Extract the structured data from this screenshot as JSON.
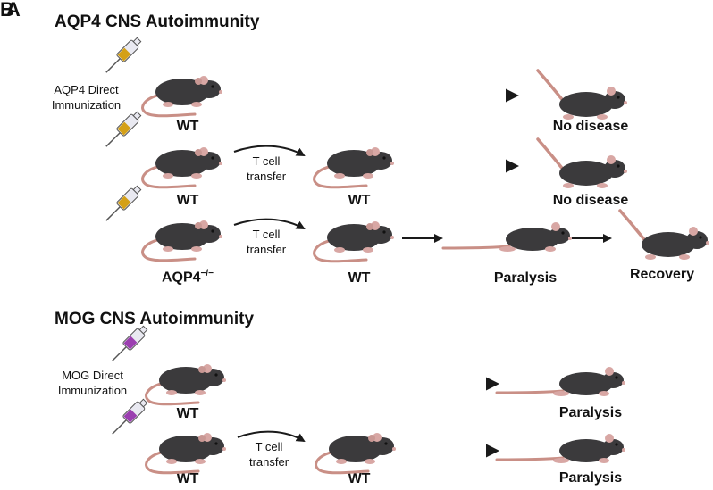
{
  "panel_letters": [
    "B",
    "A"
  ],
  "colors": {
    "mouse_body": "#3b3a3c",
    "mouse_ear": "#d8a7a4",
    "mouse_tail": "#c98f86",
    "arrow": "#1a1a1a",
    "aqp4_vial": "#d4a017",
    "mog_vial": "#9b3fb0",
    "syringe": "#e9e9f1"
  },
  "aqp4": {
    "title": "AQP4 CNS Autoimmunity",
    "route_direct": "AQP4 Direct\nImmunization",
    "row1": {
      "donor": "WT",
      "outcome": "No disease"
    },
    "row2": {
      "donor": "WT",
      "transfer": "T cell\ntransfer",
      "recipient": "WT",
      "outcome": "No disease"
    },
    "row3": {
      "donor_base": "AQP4",
      "donor_sup": "−/−",
      "transfer": "T cell\ntransfer",
      "recipient": "WT",
      "outcome": "Paralysis",
      "outcome2": "Recovery"
    }
  },
  "mog": {
    "title": "MOG CNS Autoimmunity",
    "route_direct": "MOG Direct\nImmunization",
    "row1": {
      "donor": "WT",
      "outcome": "Paralysis"
    },
    "row2": {
      "donor": "WT",
      "transfer": "T cell\ntransfer",
      "recipient": "WT",
      "outcome": "Paralysis"
    }
  }
}
